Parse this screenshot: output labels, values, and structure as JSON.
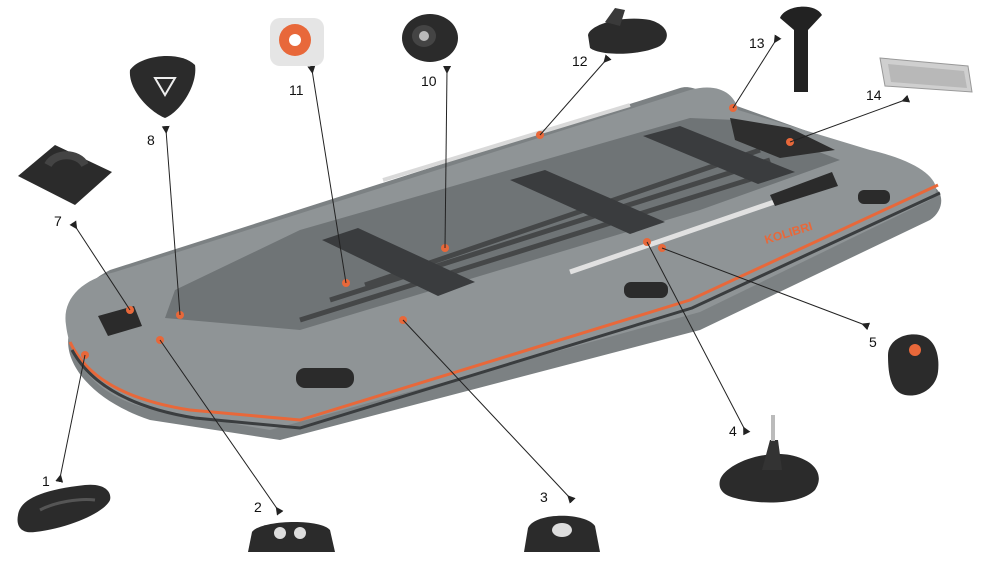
{
  "diagram": {
    "brand_text": "KOLIBRI",
    "labels": [
      "1",
      "2",
      "3",
      "4",
      "5",
      "7",
      "8",
      "10",
      "11",
      "12",
      "13",
      "14"
    ],
    "colors": {
      "hull": "#8f9496",
      "hull_dark": "#6f7476",
      "tube_light": "#a9adaf",
      "accent": "#e8683a",
      "part": "#2b2b2b",
      "leader": "#222222"
    }
  }
}
